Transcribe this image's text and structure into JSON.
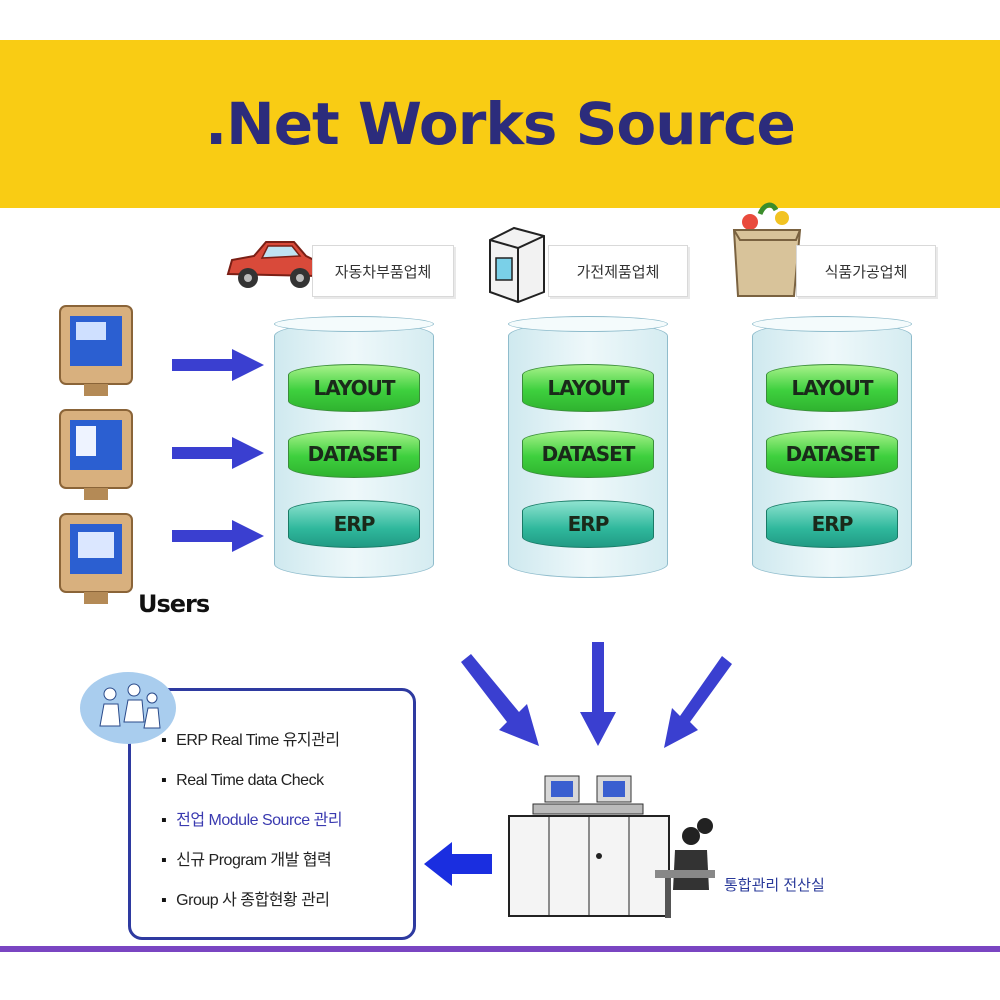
{
  "title": ".Net Works Source",
  "companies": [
    {
      "icon": "car-icon",
      "label": "자동차부품업체"
    },
    {
      "icon": "appliance-icon",
      "label": "가전제품업체"
    },
    {
      "icon": "grocery-bag-icon",
      "label": "식품가공업체"
    }
  ],
  "db_layers": [
    "LAYOUT",
    "DATASET",
    "ERP"
  ],
  "users_label": "Users",
  "info_items": [
    "ERP Real Time 유지관리",
    "Real Time data Check",
    "전업 Module Source 관리",
    "신규 Program 개발 협력",
    "Group 사 종합현황 관리"
  ],
  "server_label": "통합관리 전산실",
  "colors": {
    "title_band": "#f9cc14",
    "title_text": "#2c2c7c",
    "arrow": "#3a3fd0",
    "layer_green": "#3ed03e",
    "layer_teal": "#2fb89c",
    "bottom_line": "#7a45c2"
  }
}
